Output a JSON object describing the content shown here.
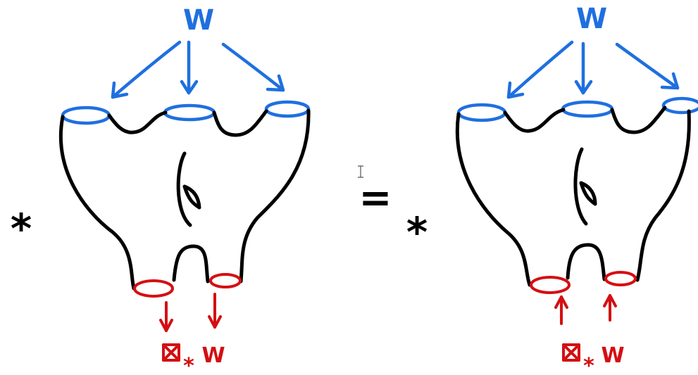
{
  "labels": {
    "left_input_label": "W",
    "right_input_label": "W",
    "left_scalar": "*",
    "right_scalar": "*",
    "equals": "=",
    "left_output_label": "W",
    "right_output_label": "W",
    "left_output_subscript": "*",
    "right_output_subscript": "*"
  },
  "colors": {
    "ink": "#000000",
    "inputs": "#1f6fe0",
    "outputs": "#d40f12"
  },
  "icons": {
    "left_output_box": "boxed-x-icon",
    "right_output_box": "boxed-x-icon",
    "cursor": "text-cursor-icon"
  },
  "left_surface": {
    "input_circles": 3,
    "output_circles": 2,
    "genus": 1,
    "output_arrow_direction": "down"
  },
  "right_surface": {
    "input_circles": 3,
    "output_circles": 2,
    "genus": 1,
    "output_arrow_direction": "up"
  }
}
